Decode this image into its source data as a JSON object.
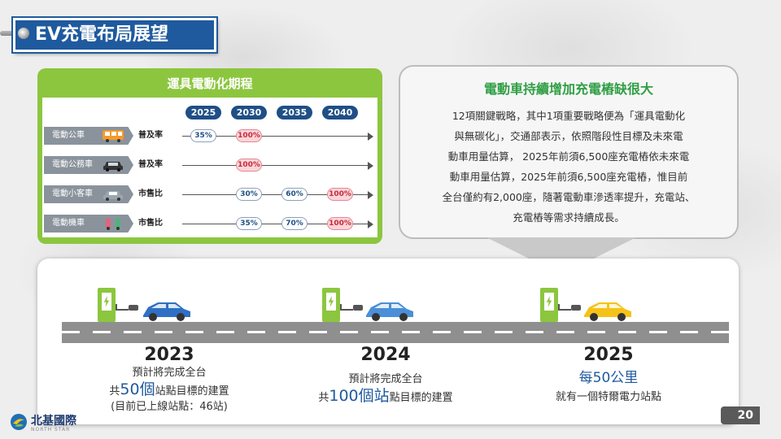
{
  "title": "EV充電布局展望",
  "left_panel": {
    "header": "運具電動化期程",
    "years": [
      "2025",
      "2030",
      "2035",
      "2040"
    ],
    "rows": [
      {
        "vehicle": "電動公車",
        "metric": "普及率",
        "milestones": {
          "2025": "35%",
          "2030": "100%"
        }
      },
      {
        "vehicle": "電動公務車",
        "metric": "普及率",
        "milestones": {
          "2030": "100%"
        }
      },
      {
        "vehicle": "電動小客車",
        "metric": "市售比",
        "milestones": {
          "2030": "30%",
          "2035": "60%",
          "2040": "100%"
        }
      },
      {
        "vehicle": "電動機車",
        "metric": "市售比",
        "milestones": {
          "2030": "35%",
          "2035": "70%",
          "2040": "100%"
        }
      }
    ]
  },
  "right_panel": {
    "title": "電動車持續增加充電樁缺很大",
    "lines": [
      "12項關鍵戰略，其中1項重要戰略便為「運具電動化",
      "與無碳化」，交通部表示，依照階段性目標及未來電",
      "動車用量估算， 2025年前須6,500座充電樁依未來電",
      "動車用量估算，2025年前須6,500座充電樁，惟目前",
      "全台僅約有2,000座，隨著電動車滲透率提升，充電站、",
      "充電樁等需求持續成長。"
    ]
  },
  "timeline": [
    {
      "year": "2023",
      "line1": "預計將完成全台",
      "line2_pre": "共",
      "line2_big": "50個",
      "line2_post": "站點目標的建置",
      "line3": "(目前已上線站點：46站)",
      "car_color": "#2f6fc4"
    },
    {
      "year": "2024",
      "line1": "預計將完成全台",
      "line2_pre": "共",
      "line2_big": "100個站",
      "line2_post": "點目標的建置",
      "line3": "",
      "car_color": "#4a8fd8"
    },
    {
      "year": "2025",
      "line1": "每50公里",
      "line2": "就有一個特爾電力站點",
      "car_color": "#f5c21a"
    }
  ],
  "footer": {
    "logo_text": "北基國際",
    "logo_sub": "NORTH STAR",
    "page_number": "20"
  },
  "colors": {
    "green": "#8cc63f",
    "navy": "#1f5a9e",
    "accent_red": "#c52a3b"
  }
}
